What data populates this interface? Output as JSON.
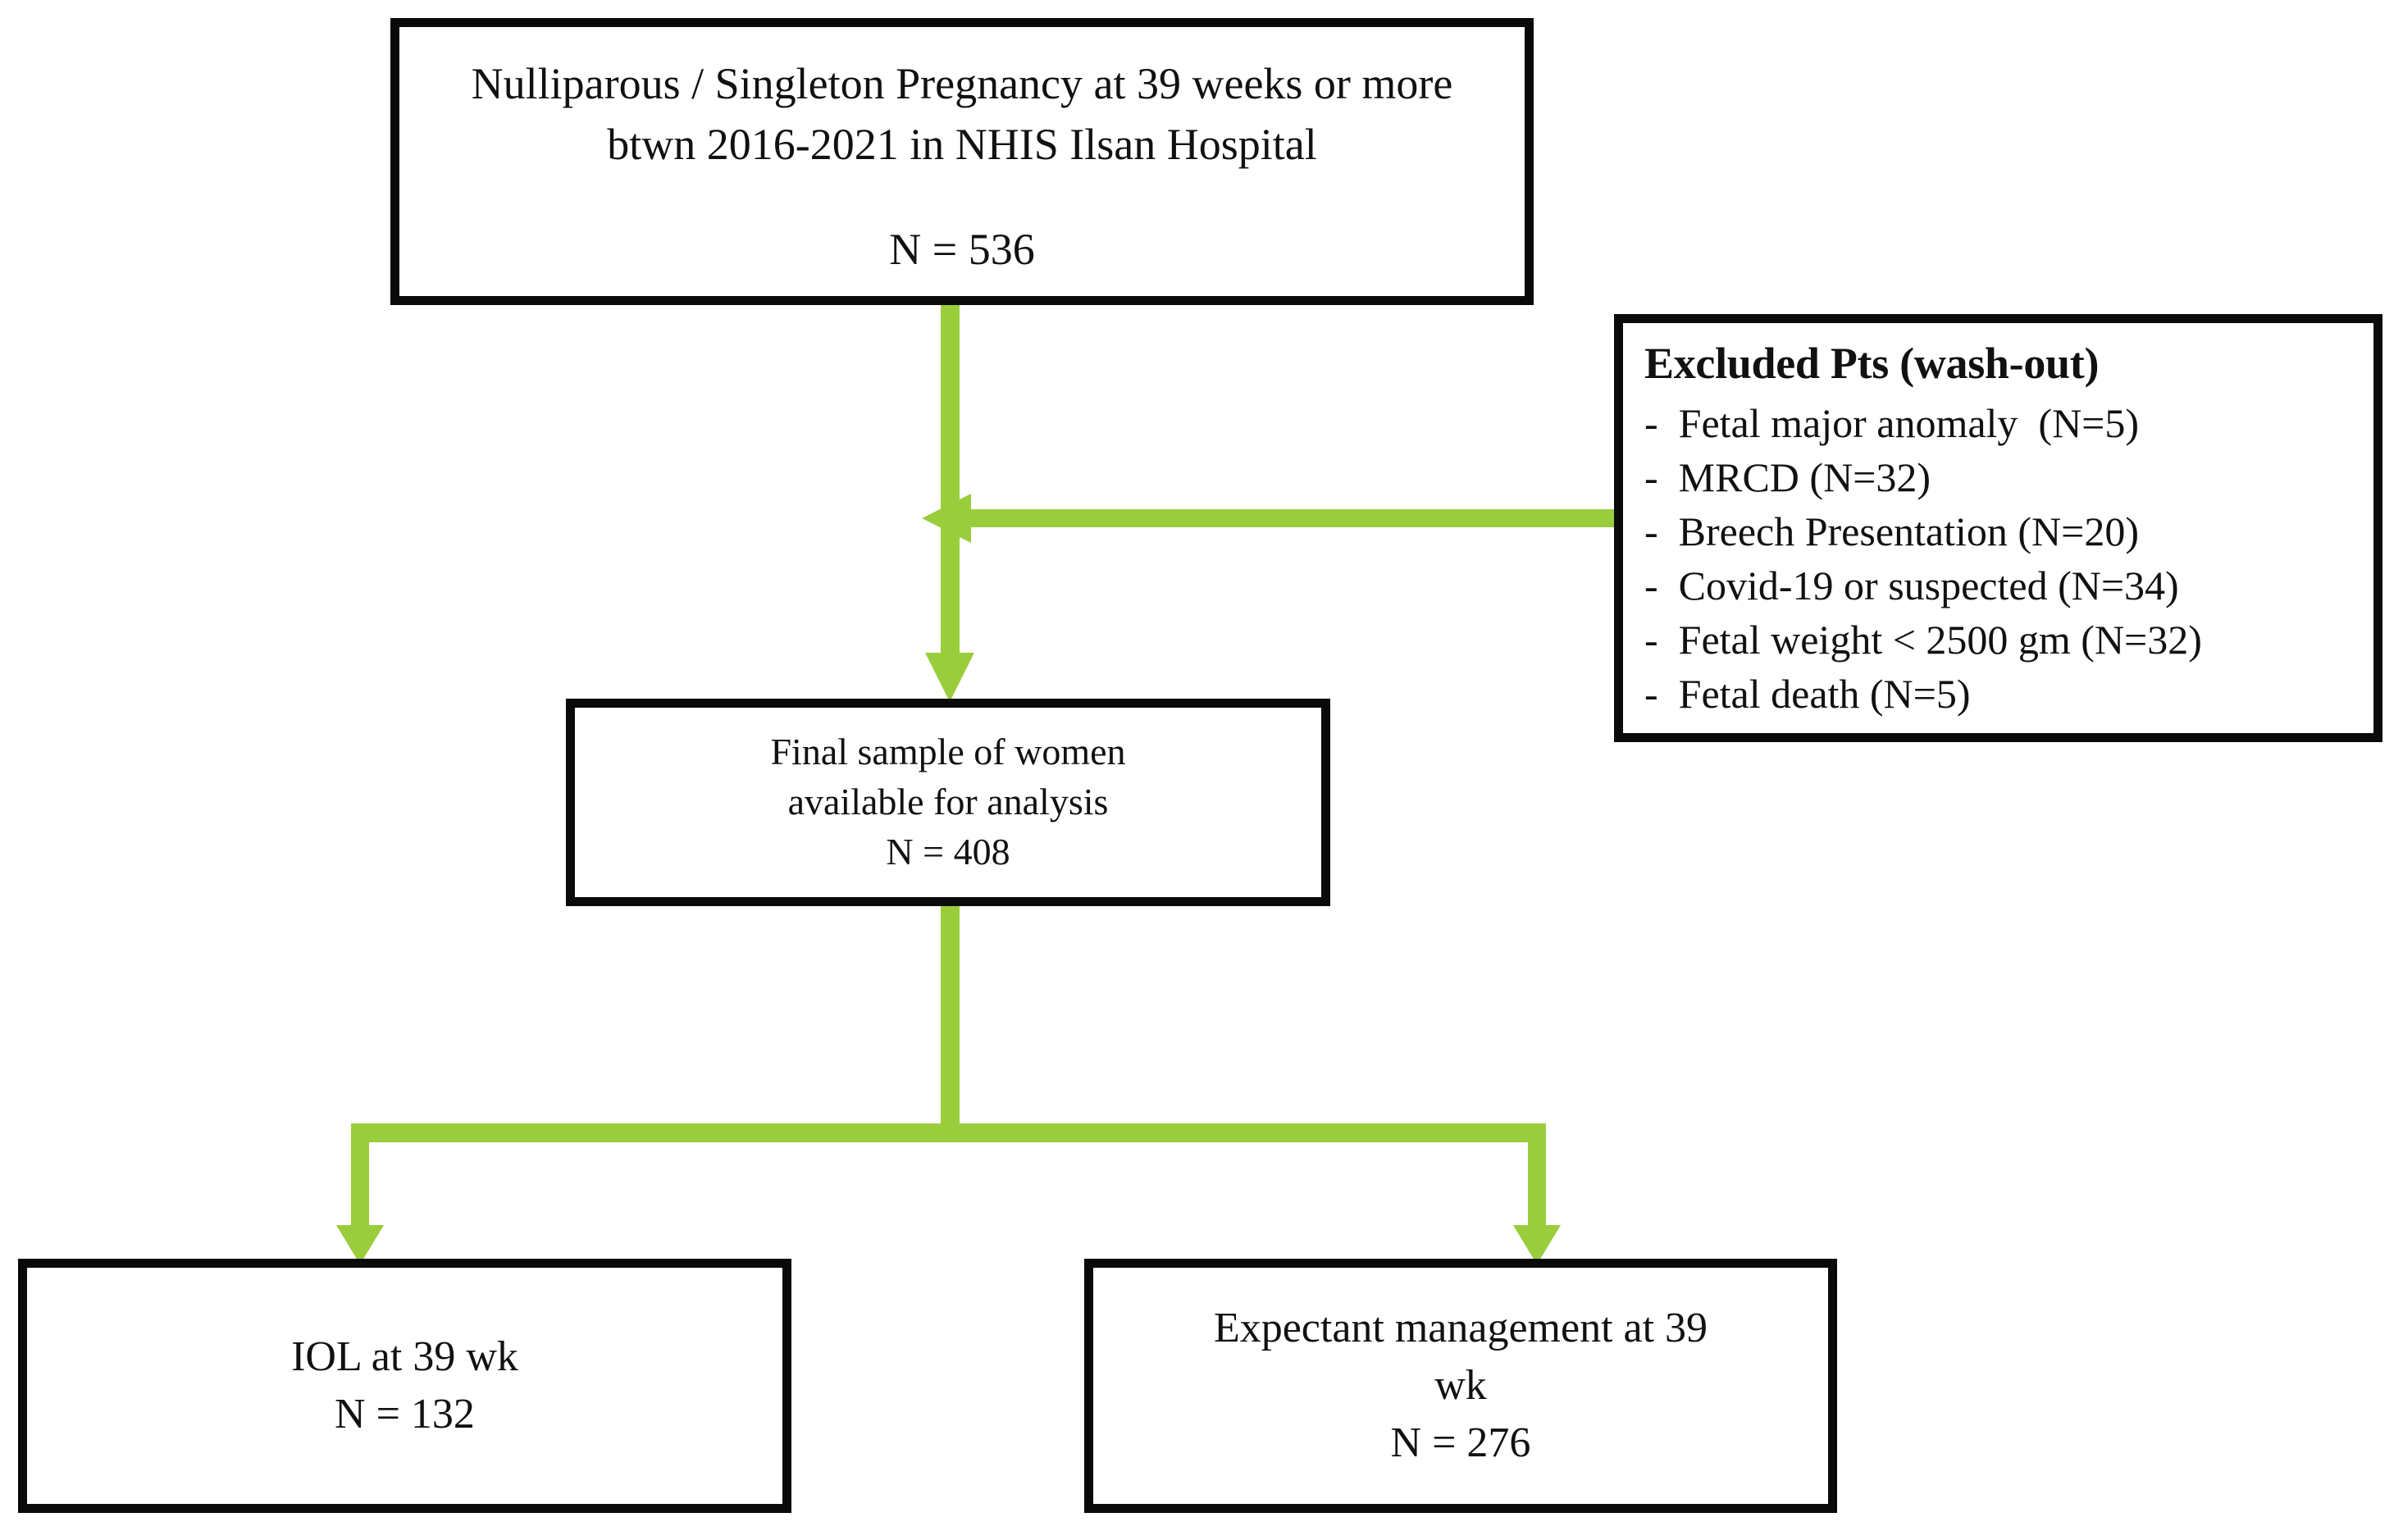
{
  "diagram": {
    "type": "flowchart",
    "accent_color": "#9ACD3C",
    "border_color": "#0A0A0A",
    "background_color": "#FFFFFF"
  },
  "boxes": {
    "top": {
      "line1": "Nulliparous / Singleton Pregnancy at 39 weeks or more",
      "line2": "btwn 2016-2021 in NHIS Ilsan Hospital",
      "count": "N = 536"
    },
    "excluded": {
      "title": "Excluded Pts (wash-out)",
      "items": [
        "-  Fetal major anomaly  (N=5)",
        "-  MRCD (N=32)",
        "-  Breech Presentation (N=20)",
        "-  Covid-19 or suspected (N=34)",
        "-  Fetal weight < 2500 gm (N=32)",
        "-  Fetal death (N=5)"
      ]
    },
    "final": {
      "line1": "Final sample of women",
      "line2": "available for analysis",
      "count": "N = 408"
    },
    "iol": {
      "line1": "IOL at 39 wk",
      "count": "N = 132"
    },
    "expectant": {
      "line1": "Expectant management at 39",
      "line2": "wk",
      "count": "N = 276"
    }
  }
}
